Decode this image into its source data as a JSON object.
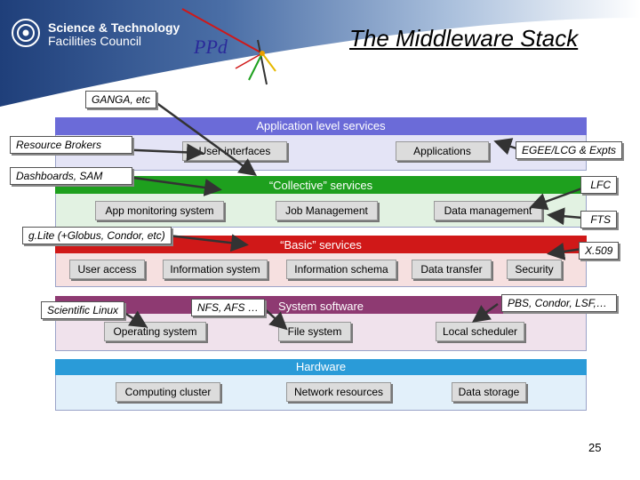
{
  "header": {
    "logo_line1": "Science & Technology",
    "logo_line2": "Facilities Council",
    "ppd_logo": "PPd",
    "title": "The Middleware Stack"
  },
  "layers": {
    "application": {
      "bar": "Application level services",
      "services": [
        "User interfaces",
        "Applications"
      ],
      "color": "#6b6bd8"
    },
    "collective": {
      "bar": "“Collective” services",
      "services": [
        "App monitoring system",
        "Job Management",
        "Data management"
      ],
      "color": "#1ea01e"
    },
    "basic": {
      "bar": "“Basic” services",
      "services": [
        "User access",
        "Information system",
        "Information schema",
        "Data transfer",
        "Security"
      ],
      "color": "#d01818"
    },
    "system": {
      "bar": "System software",
      "services": [
        "Operating system",
        "File system",
        "Local scheduler"
      ],
      "color": "#8e3a72"
    },
    "hardware": {
      "bar": "Hardware",
      "services": [
        "Computing cluster",
        "Network resources",
        "Data storage"
      ],
      "color": "#2a9bd8"
    }
  },
  "callouts": {
    "ganga": "GANGA, etc",
    "resource_brokers": "Resource Brokers",
    "egee": "EGEE/LCG & Expts",
    "dashboards": "Dashboards, SAM",
    "lfc": "LFC",
    "fts": "FTS",
    "glite": "g.Lite (+Globus, Condor, etc)",
    "x509": "X.509",
    "pbs": "PBS, Condor, LSF,…",
    "nfs": "NFS, AFS …",
    "scientific_linux": "Scientific Linux"
  },
  "page_number": "25"
}
